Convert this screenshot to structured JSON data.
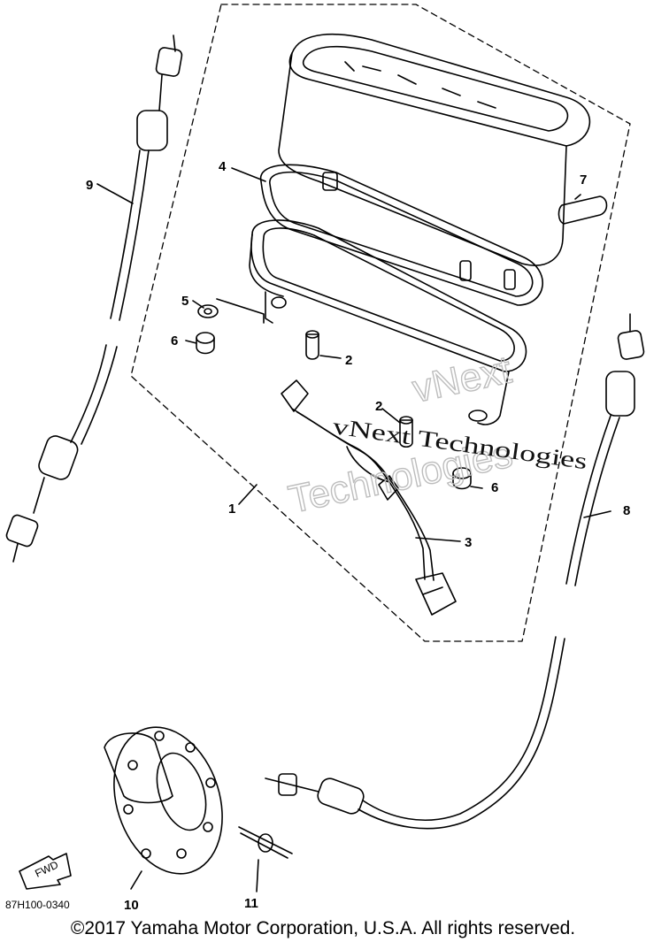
{
  "diagram": {
    "callouts": [
      "1",
      "2",
      "2",
      "3",
      "4",
      "5",
      "6",
      "6",
      "7",
      "8",
      "9",
      "10",
      "11"
    ],
    "watermark_line1": "vNext Technologies",
    "watermark_outline1": "vNext",
    "watermark_outline2": "Technologies",
    "part_code": "87H100-0340",
    "fwd_label": "FWD"
  },
  "footer": {
    "copyright": "©2017 Yamaha Motor Corporation, U.S.A. All rights reserved."
  }
}
